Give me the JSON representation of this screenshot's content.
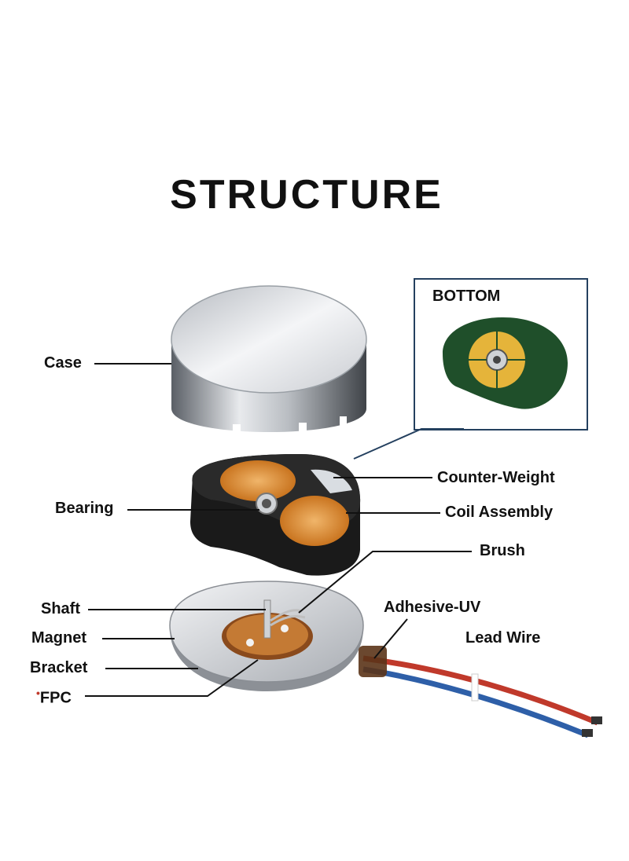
{
  "title": "STRUCTURE",
  "inset_label": "BOTTOM",
  "labels": {
    "case": "Case",
    "counter_weight": "Counter-Weight",
    "bearing": "Bearing",
    "coil_assembly": "Coil Assembly",
    "brush": "Brush",
    "shaft": "Shaft",
    "adhesive_uv": "Adhesive-UV",
    "magnet": "Magnet",
    "lead_wire": "Lead Wire",
    "bracket": "Bracket",
    "fpc": "FPC"
  },
  "colors": {
    "coil": "#d98a2e",
    "pcb_green": "#1f4f2a",
    "inset_border": "#24405f",
    "wire_red": "#c0392b",
    "wire_blue": "#2e5fa8"
  }
}
